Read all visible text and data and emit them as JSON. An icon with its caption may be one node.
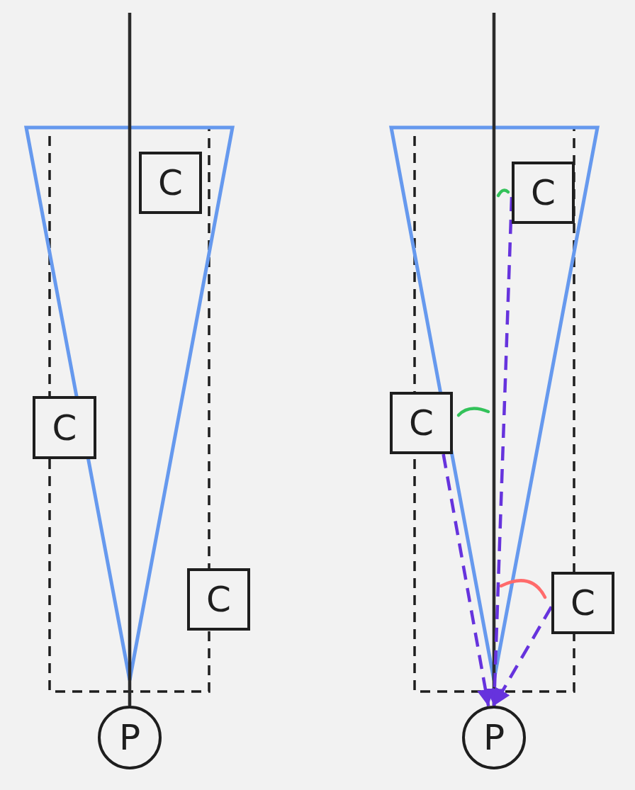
{
  "diagram": {
    "nodes": [
      {
        "text": [
          "C"
        ]
      },
      {
        "text": [
          "C"
        ]
      },
      {
        "text": [
          "C"
        ]
      },
      {
        "text": [
          "P"
        ]
      },
      {
        "text": [
          "C"
        ]
      },
      {
        "text": [
          "C"
        ]
      },
      {
        "text": [
          "C"
        ]
      },
      {
        "text": [
          "P"
        ]
      }
    ],
    "edges": [
      {
        "from": null,
        "to": 3,
        "arrow": "none",
        "color": "#2b2b2b"
      },
      {
        "from": null,
        "to": 7,
        "arrow": "none",
        "color": "#2b2b2b"
      },
      {
        "from": 4,
        "to": 7,
        "arrow": "to",
        "style": "dashed",
        "color": "#6633dd"
      },
      {
        "from": 5,
        "to": 7,
        "arrow": "to",
        "style": "dashed",
        "color": "#6633dd"
      },
      {
        "from": 6,
        "to": 7,
        "arrow": "to",
        "style": "dashed",
        "color": "#6633dd"
      }
    ]
  }
}
